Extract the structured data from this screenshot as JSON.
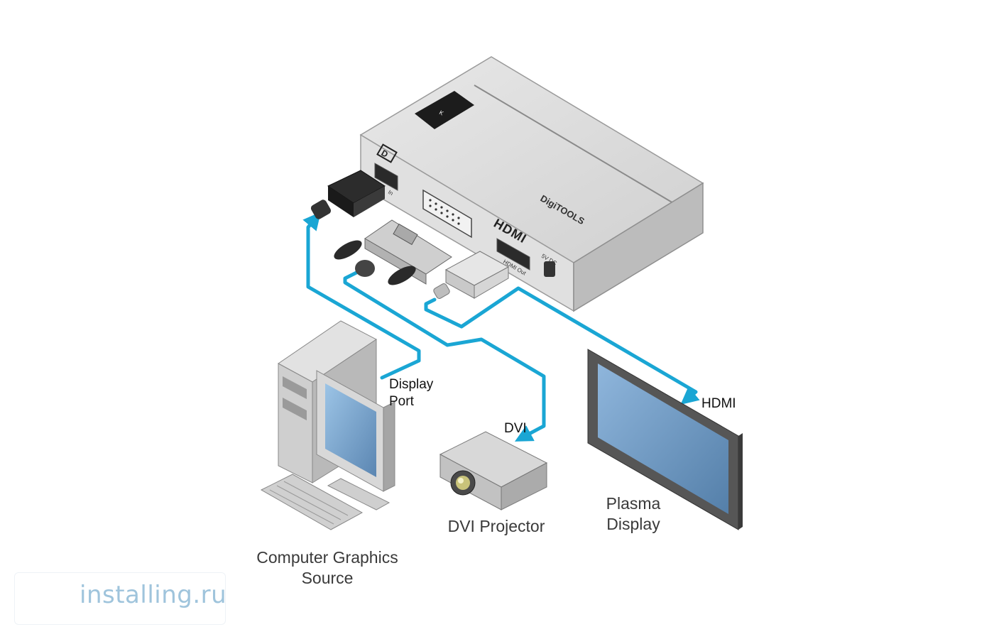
{
  "colors": {
    "cable": "#1aa6d4",
    "device_body": "#d6d6d6",
    "device_side": "#bdbdbd",
    "screen": "#6f9fc8",
    "watermark": "#9fc4dc"
  },
  "device": {
    "brand_text": "DigiTOOLS",
    "port_in_label": "In",
    "port_out_label": "HDMI Out",
    "dc_label": "5V DC",
    "hdmi_logo": "HDMI"
  },
  "cables": {
    "displayport_label_line1": "Display",
    "displayport_label_line2": "Port",
    "dvi_label": "DVI",
    "hdmi_label": "HDMI"
  },
  "devices": {
    "computer_line1": "Computer Graphics",
    "computer_line2": "Source",
    "projector": "DVI Projector",
    "plasma_line1": "Plasma",
    "plasma_line2": "Display"
  },
  "watermark": {
    "text": "installing.ru",
    "icon": "globe-icon"
  }
}
